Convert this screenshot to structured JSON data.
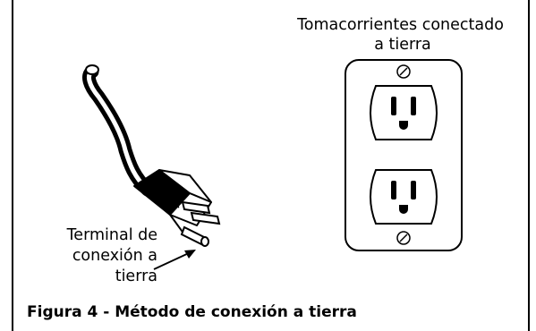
{
  "outlet_label": {
    "line1": "Tomacorrientes conectado",
    "line2": "a tierra"
  },
  "terminal_label": {
    "line1": "Terminal de",
    "line2": "conexión a",
    "line3": "tierra"
  },
  "caption": "Figura 4 - Método de conexión a tierra",
  "colors": {
    "ink": "#000000",
    "background": "#ffffff"
  }
}
